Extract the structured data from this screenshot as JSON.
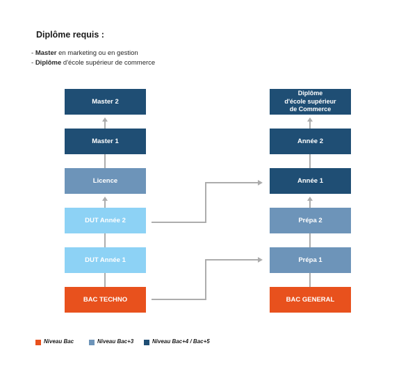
{
  "header": {
    "title": "Diplôme requis :",
    "requirements": [
      {
        "prefix": "- ",
        "bold": "Master",
        "rest": " en marketing ou en gestion"
      },
      {
        "prefix": "- ",
        "bold": "Diplôme",
        "rest": " d'école supérieur de commerce"
      }
    ]
  },
  "colors": {
    "bac": "#E8511D",
    "bac3": "#6D94B9",
    "dut": "#8DD2F5",
    "bac45": "#1F4E74",
    "connector": "#ACACAC"
  },
  "diagram": {
    "left_column": {
      "boxes": [
        {
          "label": "Master 2",
          "level": "bac45"
        },
        {
          "label": "Master 1",
          "level": "bac45"
        },
        {
          "label": "Licence",
          "level": "bac3"
        },
        {
          "label": "DUT Année 2",
          "level": "dut"
        },
        {
          "label": "DUT Année 1",
          "level": "dut"
        },
        {
          "label": "BAC TECHNO",
          "level": "bac"
        }
      ]
    },
    "right_column": {
      "boxes": [
        {
          "label": "Diplôme\nd'école supérieur\nde Commerce",
          "level": "bac45"
        },
        {
          "label": "Année 2",
          "level": "bac45"
        },
        {
          "label": "Année 1",
          "level": "bac45"
        },
        {
          "label": "Prépa 2",
          "level": "bac3"
        },
        {
          "label": "Prépa 1",
          "level": "bac3"
        },
        {
          "label": "BAC GENERAL",
          "level": "bac"
        }
      ]
    }
  },
  "legend": {
    "items": [
      {
        "label": "Niveau Bac",
        "level": "bac"
      },
      {
        "label": "Niveau Bac+3",
        "level": "bac3"
      },
      {
        "label": "Niveau Bac+4 / Bac+5",
        "level": "bac45"
      }
    ]
  }
}
